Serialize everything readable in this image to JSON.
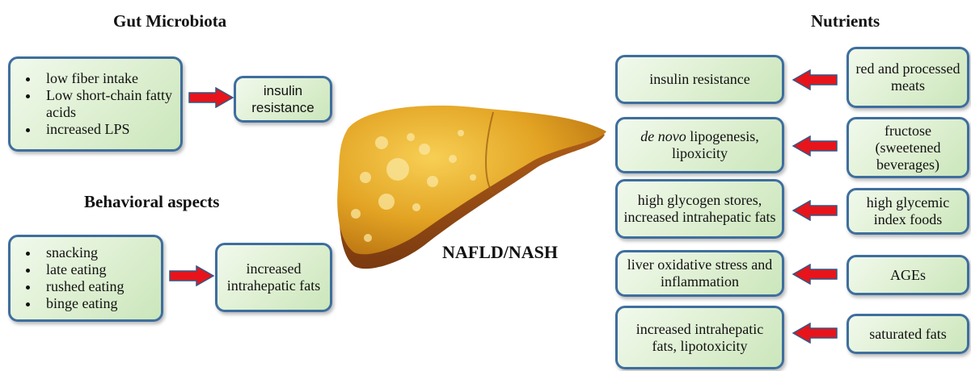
{
  "left": {
    "gut": {
      "title": "Gut Microbiota",
      "causes": [
        "low fiber intake",
        "Low short-chain fatty acids",
        "increased LPS"
      ],
      "effect": "insulin resistance"
    },
    "behavior": {
      "title": "Behavioral aspects",
      "causes": [
        "snacking",
        "late eating",
        "rushed eating",
        "binge eating"
      ],
      "effect": "increased intrahepatic fats"
    }
  },
  "center": {
    "label": "NAFLD/NASH"
  },
  "right": {
    "title": "Nutrients",
    "rows": [
      {
        "effect": "insulin resistance",
        "nutrient": "red and processed meats"
      },
      {
        "effect_italic": "de novo",
        "effect": "lipogenesis, lipoxicity",
        "nutrient": "fructose (sweetened beverages)"
      },
      {
        "effect": "high glycogen stores, increased intrahepatic fats",
        "nutrient": "high glycemic index foods"
      },
      {
        "effect": "liver oxidative stress and inflammation",
        "nutrient": "AGEs"
      },
      {
        "effect": "increased intrahepatic fats, lipotoxicity",
        "nutrient": "saturated fats"
      }
    ]
  },
  "colors": {
    "box_border": "#3e6e9e",
    "box_fill": "#dff0d3",
    "arrow_fill": "#e8141b",
    "arrow_outline": "#2f5a86",
    "liver": "#e0a020"
  }
}
